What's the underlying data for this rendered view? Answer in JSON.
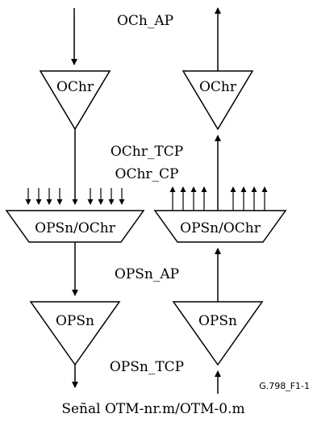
{
  "labels": {
    "och_ap": "OCh_AP",
    "ochr_tcp": "OChr_TCP",
    "ochr_cp": "OChr_CP",
    "opsn_ap": "OPSn_AP",
    "opsn_tcp": "OPSn_TCP",
    "signal": "Señal OTM-nr.m/OTM-0.m",
    "figure_ref": "G.798_F1-1"
  },
  "blocks": {
    "ochr_left": "OChr",
    "ochr_right": "OChr",
    "opsn_ochr_left": "OPSn/OChr",
    "opsn_ochr_right": "OPSn/OChr",
    "opsn_left": "OPSn",
    "opsn_right": "OPSn"
  }
}
